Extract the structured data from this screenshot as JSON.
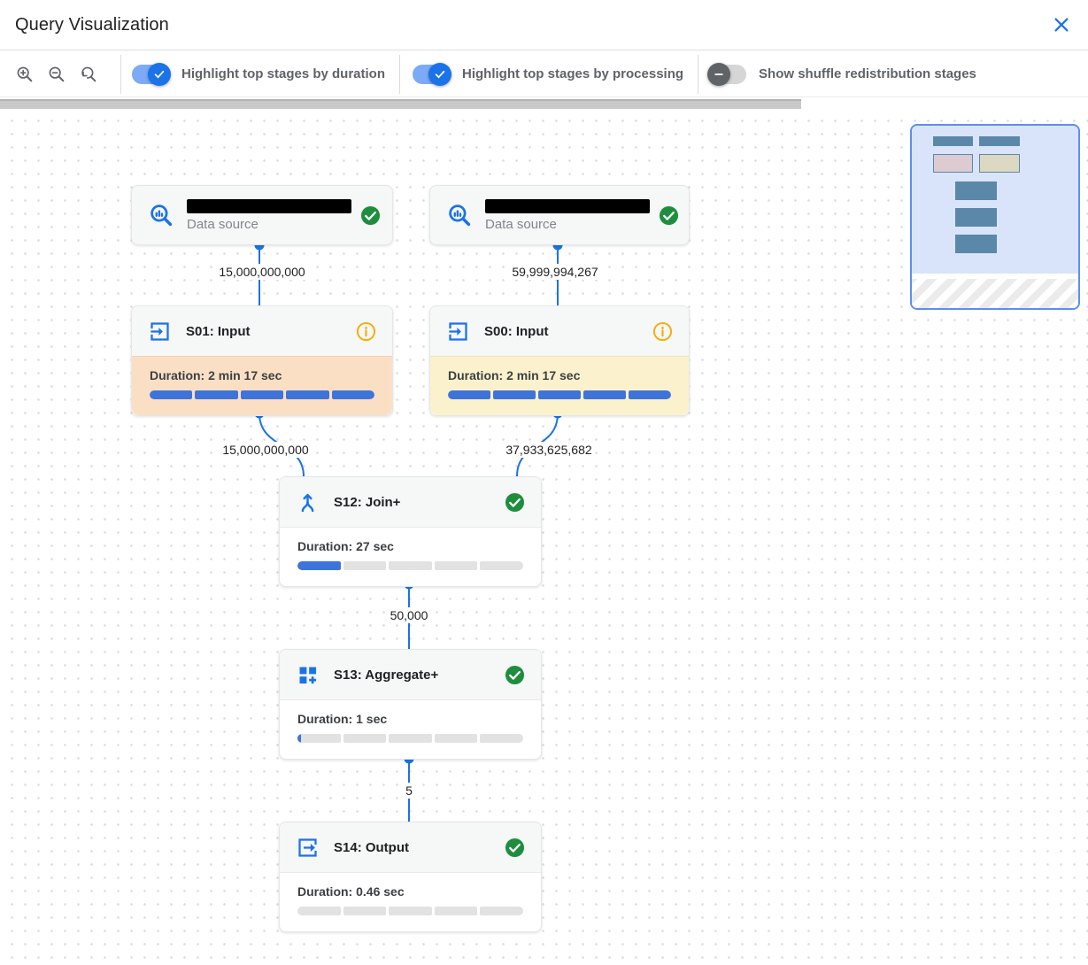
{
  "header": {
    "title": "Query Visualization"
  },
  "toolbar": {
    "toggles": [
      {
        "label": "Highlight top stages by duration",
        "state": "on"
      },
      {
        "label": "Highlight top stages by processing",
        "state": "on"
      },
      {
        "label": "Show shuffle redistribution stages",
        "state": "off"
      }
    ],
    "icons": [
      "zoom-in-icon",
      "zoom-out-icon",
      "zoom-reset-icon"
    ]
  },
  "graph": {
    "data_sources": [
      {
        "type_label": "Data source",
        "name_redacted": true,
        "status": "completed"
      },
      {
        "type_label": "Data source",
        "name_redacted": true,
        "status": "completed"
      }
    ],
    "stages": [
      {
        "title": "S01: Input",
        "duration_label": "Duration: 2 min 17 sec",
        "highlight": "top-by-duration",
        "status_icon": "info",
        "progress": [
          1,
          1,
          1,
          1,
          1
        ]
      },
      {
        "title": "S00: Input",
        "duration_label": "Duration: 2 min 17 sec",
        "highlight": "top-by-processing",
        "status_icon": "info",
        "progress": [
          1,
          1,
          1,
          1,
          1
        ]
      },
      {
        "title": "S12: Join+",
        "duration_label": "Duration: 27 sec",
        "highlight": "none",
        "status_icon": "completed",
        "progress": [
          1,
          0,
          0,
          0,
          0
        ]
      },
      {
        "title": "S13: Aggregate+",
        "duration_label": "Duration: 1 sec",
        "highlight": "none",
        "status_icon": "completed",
        "progress": [
          0.08,
          0,
          0,
          0,
          0
        ]
      },
      {
        "title": "S14: Output",
        "duration_label": "Duration: 0.46 sec",
        "highlight": "none",
        "status_icon": "completed",
        "progress": [
          0,
          0,
          0,
          0,
          0
        ]
      }
    ],
    "edge_labels": [
      "15,000,000,000",
      "59,999,994,267",
      "15,000,000,000",
      "37,933,625,682",
      "50,000",
      "5"
    ]
  },
  "colors": {
    "accent_blue": "#1a73e8",
    "progress_blue": "#3e74d9",
    "duration_highlight": "#fbdfc5",
    "processing_highlight": "#fbf1cc",
    "status_green": "#1e8e3e",
    "info_orange": "#f9ab00",
    "minimap_node": "#5b87a8"
  }
}
